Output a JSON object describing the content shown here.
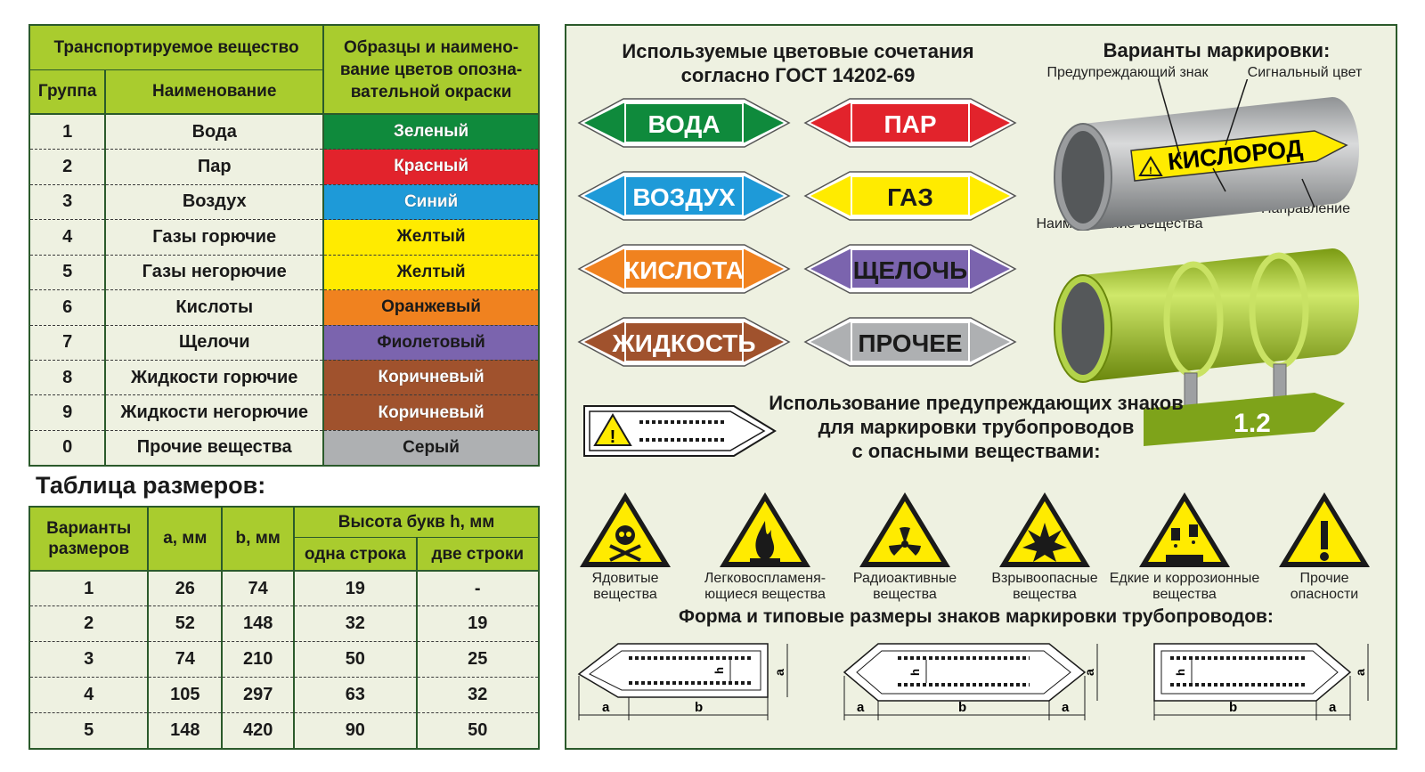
{
  "substances_table": {
    "header_substance": "Транспортируемое вещество",
    "header_group": "Группа",
    "header_name": "Наименование",
    "header_colors": [
      "Образцы и наимено-",
      "вание цветов опозна-",
      "вательной окраски"
    ],
    "rows": [
      {
        "group": "1",
        "name": "Вода",
        "color_name": "Зеленый",
        "color": "#0f8a3c"
      },
      {
        "group": "2",
        "name": "Пар",
        "color_name": "Красный",
        "color": "#e2232c"
      },
      {
        "group": "3",
        "name": "Воздух",
        "color_name": "Синий",
        "color": "#1e9ad8"
      },
      {
        "group": "4",
        "name": "Газы горючие",
        "color_name": "Желтый",
        "color": "#ffeb00"
      },
      {
        "group": "5",
        "name": "Газы негорючие",
        "color_name": "Желтый",
        "color": "#ffeb00"
      },
      {
        "group": "6",
        "name": "Кислоты",
        "color_name": "Оранжевый",
        "color": "#f0821f"
      },
      {
        "group": "7",
        "name": "Щелочи",
        "color_name": "Фиолетовый",
        "color": "#7b64ae"
      },
      {
        "group": "8",
        "name": "Жидкости горючие",
        "color_name": "Коричневый",
        "color": "#a0522d"
      },
      {
        "group": "9",
        "name": "Жидкости негорючие",
        "color_name": "Коричневый",
        "color": "#a0522d"
      },
      {
        "group": "0",
        "name": "Прочие вещества",
        "color_name": "Серый",
        "color": "#aeb0b2"
      }
    ]
  },
  "sizes_table": {
    "title": "Таблица размеров:",
    "header_variants": [
      "Варианты",
      "размеров"
    ],
    "header_a": "а, мм",
    "header_b": "b, мм",
    "header_height": "Высота букв h, мм",
    "header_one_line": "одна строка",
    "header_two_lines": "две строки",
    "rows": [
      {
        "variant": "1",
        "a": "26",
        "b": "74",
        "one": "19",
        "two": "-"
      },
      {
        "variant": "2",
        "a": "52",
        "b": "148",
        "one": "32",
        "two": "19"
      },
      {
        "variant": "3",
        "a": "74",
        "b": "210",
        "one": "50",
        "two": "25"
      },
      {
        "variant": "4",
        "a": "105",
        "b": "297",
        "one": "63",
        "two": "32"
      },
      {
        "variant": "5",
        "a": "148",
        "b": "420",
        "one": "90",
        "two": "50"
      }
    ]
  },
  "color_combos": {
    "title_line1": "Используемые цветовые сочетания",
    "title_line2": "согласно ГОСТ 14202-69",
    "arrows": [
      {
        "label": "ВОДА",
        "color": "#0f8a3c",
        "text_color": "#ffffff"
      },
      {
        "label": "ПАР",
        "color": "#e2232c",
        "text_color": "#ffffff"
      },
      {
        "label": "ВОЗДУХ",
        "color": "#1e9ad8",
        "text_color": "#ffffff"
      },
      {
        "label": "ГАЗ",
        "color": "#ffeb00",
        "text_color": "#1a1a1a"
      },
      {
        "label": "КИСЛОТА",
        "color": "#f0821f",
        "text_color": "#ffffff"
      },
      {
        "label": "ЩЕЛОЧЬ",
        "color": "#7b64ae",
        "text_color": "#1a1a1a"
      },
      {
        "label": "ЖИДКОСТЬ",
        "color": "#a0522d",
        "text_color": "#ffffff"
      },
      {
        "label": "ПРОЧЕЕ",
        "color": "#aeb0b2",
        "text_color": "#1a1a1a"
      }
    ]
  },
  "marking": {
    "title": "Варианты маркировки:",
    "warning_sign": "Предупреждающий знак",
    "signal_color": "Сигнальный цвет",
    "substance_label": "КИСЛОРОД",
    "substance_name": "Наименование вещества",
    "direction": "Направление",
    "plate_label": "1.2"
  },
  "warnings": {
    "title_line1": "Использование предупреждающих знаков",
    "title_line2": "для маркировки трубопроводов",
    "title_line3": "с опасными веществами:",
    "signs": [
      {
        "icon": "skull-icon",
        "line1": "Ядовитые",
        "line2": "вещества"
      },
      {
        "icon": "flame-icon",
        "line1": "Легковоспламеня-",
        "line2": "ющиеся вещества"
      },
      {
        "icon": "radiation-icon",
        "line1": "Радиоактивные",
        "line2": "вещества"
      },
      {
        "icon": "explosion-icon",
        "line1": "Взрывоопасные",
        "line2": "вещества"
      },
      {
        "icon": "corrosion-icon",
        "line1": "Едкие и коррозионные",
        "line2": "вещества"
      },
      {
        "icon": "exclamation-icon",
        "line1": "Прочие",
        "line2": "опасности"
      }
    ]
  },
  "shapes": {
    "title": "Форма и типовые размеры знаков маркировки трубопроводов:",
    "dim_a": "a",
    "dim_b": "b",
    "dim_h": "h"
  },
  "colors": {
    "panel_bg": "#eef1e1",
    "header_green": "#a9cc2e",
    "border_green": "#2b5a2b",
    "pipe_lime": "#a4c72a"
  }
}
